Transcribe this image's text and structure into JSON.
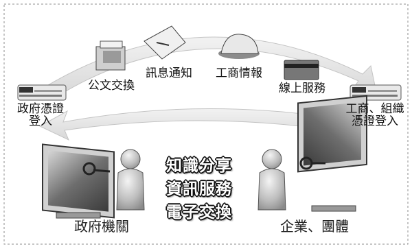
{
  "nodes": {
    "official_doc_exchange": "公文交換",
    "message_notification": "訊息通知",
    "business_info": "工商情報",
    "online_services": "線上服務",
    "gov_cert_login": "政府憑證\n登入",
    "business_org_cert_login": "工商、組織\n憑證登入"
  },
  "center": {
    "line1": "知識分享",
    "line2": "資訊服務",
    "line3": "電子交換"
  },
  "parties": {
    "government": "政府機關",
    "enterprise": "企業、團體"
  },
  "colors": {
    "arrow": "#e4e4e4",
    "arrow_edge": "#bdbdbd",
    "border": "#8c8c8c"
  }
}
